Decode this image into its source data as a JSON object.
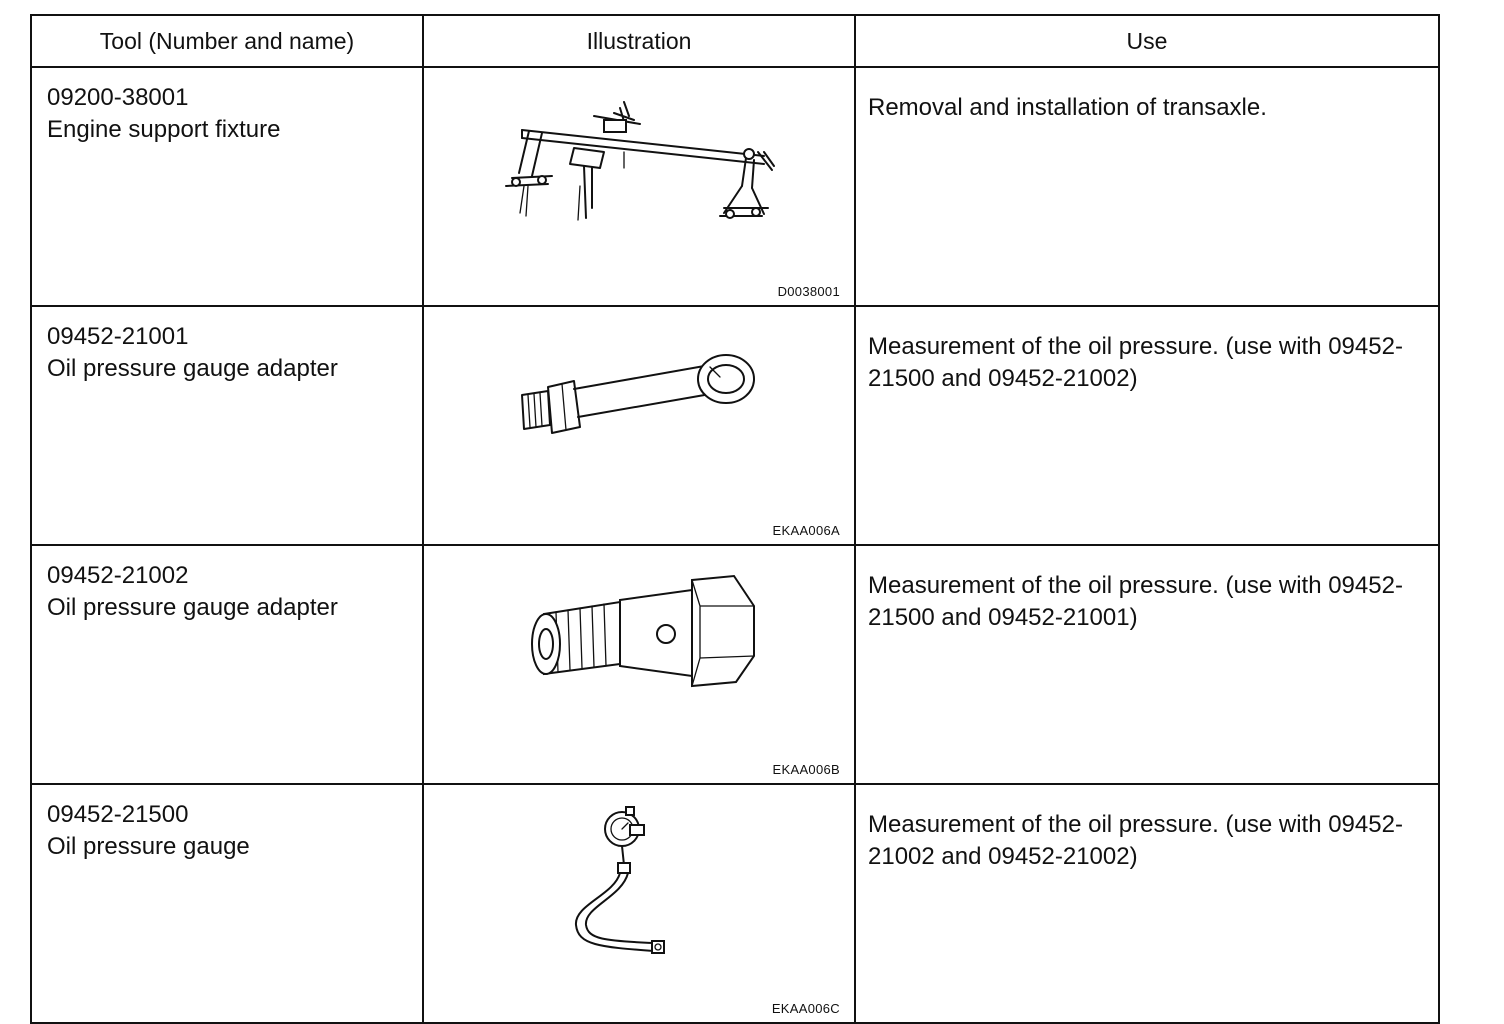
{
  "headers": {
    "tool": "Tool (Number and name)",
    "illustration": "Illustration",
    "use": "Use"
  },
  "rows": [
    {
      "number": "09200-38001",
      "name": "Engine support fixture",
      "figure_code": "D0038001",
      "figure_icon": "engine-support-fixture-illustration",
      "use": "Removal and installation of transaxle."
    },
    {
      "number": "09452-21001",
      "name": "Oil pressure gauge adapter",
      "figure_code": "EKAA006A",
      "figure_icon": "banjo-adapter-illustration",
      "use": "Measurement of the oil pressure. (use with 09452-21500 and 09452-21002)"
    },
    {
      "number": "09452-21002",
      "name": "Oil pressure gauge adapter",
      "figure_code": "EKAA006B",
      "figure_icon": "threaded-adapter-illustration",
      "use": "Measurement of the oil pressure. (use with 09452-21500 and 09452-21001)"
    },
    {
      "number": "09452-21500",
      "name": "Oil pressure gauge",
      "figure_code": "EKAA006C",
      "figure_icon": "pressure-gauge-illustration",
      "use": "Measurement of the oil pressure. (use with 09452-21002 and 09452-21002)"
    }
  ]
}
